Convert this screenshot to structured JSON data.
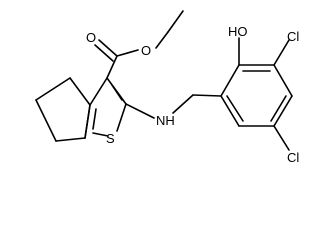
{
  "molecule": {
    "atoms": {
      "carbonyl_oxygen": "O",
      "ester_oxygen": "O",
      "hydroxyl": "HO",
      "chloro_top": "Cl",
      "chloro_bottom": "Cl",
      "amine": "NH",
      "sulfur": "S"
    },
    "colors": {
      "bond": "#000000",
      "label": "#000000",
      "background": "#ffffff"
    }
  }
}
